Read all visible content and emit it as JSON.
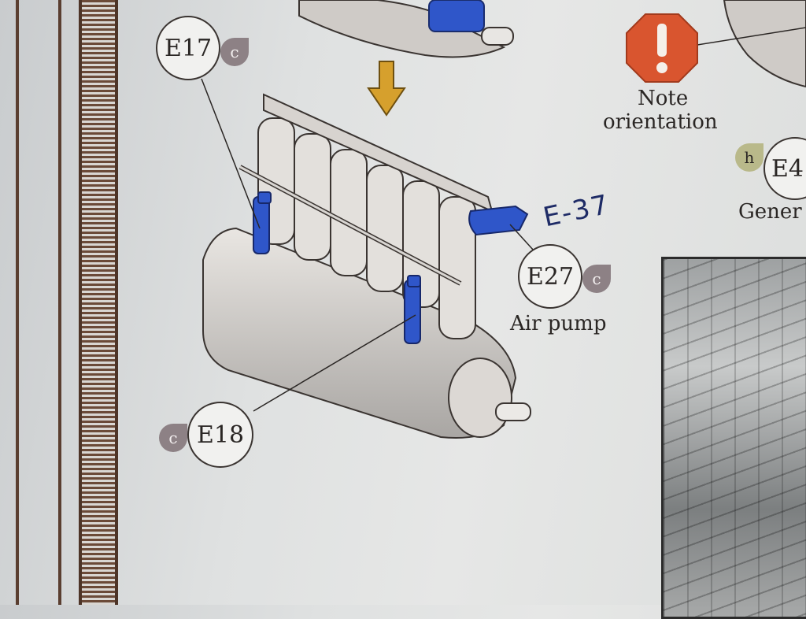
{
  "callouts": {
    "e17": {
      "label": "E17",
      "paint": "c"
    },
    "e18": {
      "label": "E18",
      "paint": "c"
    },
    "e27": {
      "label": "E27",
      "paint": "c",
      "caption": "Air pump"
    },
    "e4x": {
      "label": "E4",
      "paint": "h",
      "caption": "Gener"
    }
  },
  "warning": {
    "line1": "Note",
    "line2": "orientation"
  },
  "handwritten_note": "E-37",
  "colors": {
    "part_highlight": "#2f56c9",
    "warning_red": "#d9552f",
    "arrow_yellow": "#d6a02d",
    "paint_c": "#8d8185",
    "paint_h": "#b9b98a"
  }
}
